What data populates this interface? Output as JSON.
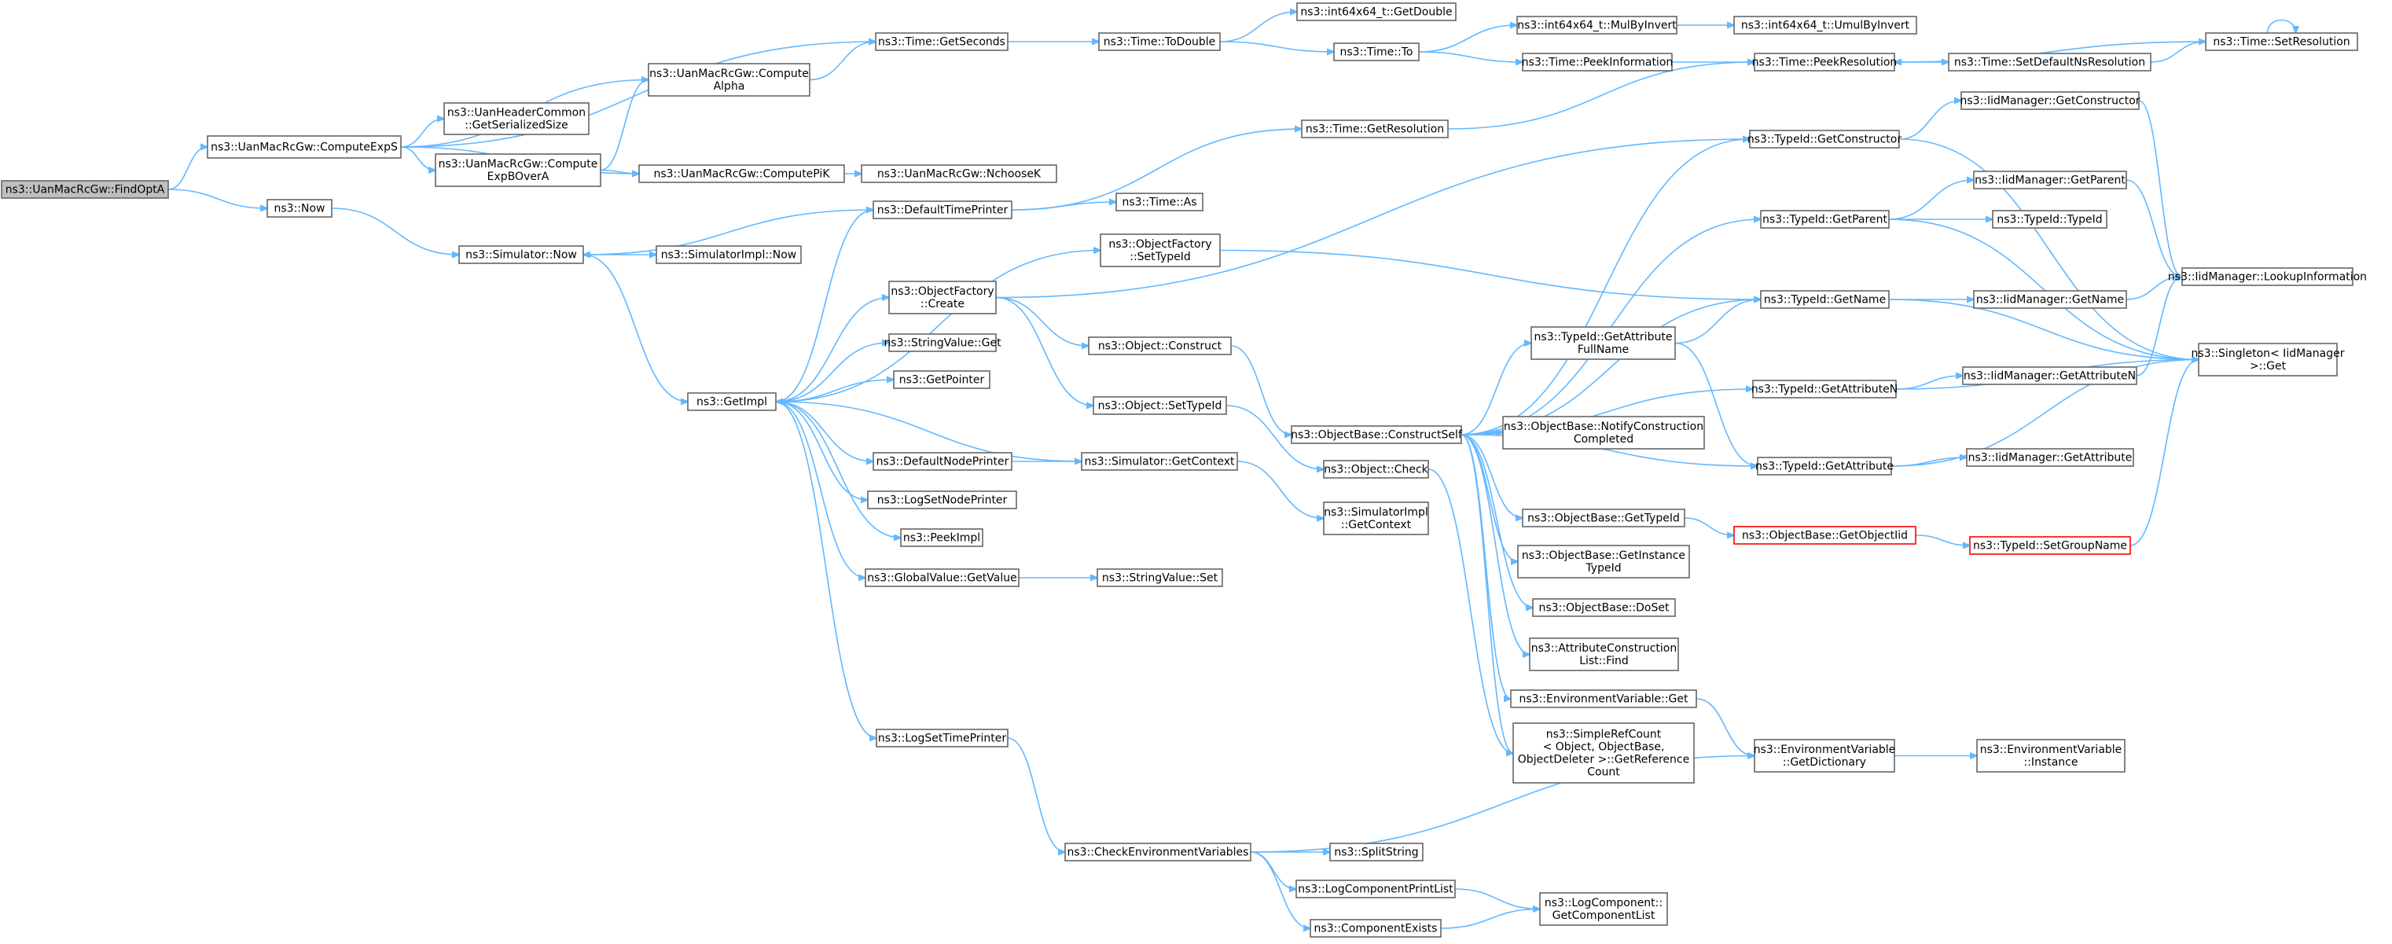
{
  "graph": {
    "colors": {
      "edge": "#63b8ff",
      "node_border": "#666666",
      "root_fill": "#bfbfbf",
      "highlight_border": "#ff0000"
    },
    "nodes": [
      {
        "id": "findopta",
        "lines": [
          "ns3::UanMacRcGw::FindOptA"
        ],
        "style": "root"
      },
      {
        "id": "computeexps",
        "lines": [
          "ns3::UanMacRcGw::ComputeExpS"
        ]
      },
      {
        "id": "now",
        "lines": [
          "ns3::Now"
        ]
      },
      {
        "id": "gettime_seconds",
        "lines": [
          "ns3::Time::GetSeconds"
        ]
      },
      {
        "id": "computealpha",
        "lines": [
          "ns3::UanMacRcGw::Compute",
          "Alpha"
        ]
      },
      {
        "id": "getserializedsize",
        "lines": [
          "ns3::UanHeaderCommon",
          "::GetSerializedSize"
        ]
      },
      {
        "id": "computeexpbovera",
        "lines": [
          "ns3::UanMacRcGw::Compute",
          "ExpBOverA"
        ]
      },
      {
        "id": "computepik",
        "lines": [
          "ns3::UanMacRcGw::ComputePiK"
        ]
      },
      {
        "id": "simnow",
        "lines": [
          "ns3::Simulator::Now"
        ]
      },
      {
        "id": "todouble",
        "lines": [
          "ns3::Time::ToDouble"
        ]
      },
      {
        "id": "nchoosek",
        "lines": [
          "ns3::UanMacRcGw::NchooseK"
        ]
      },
      {
        "id": "simimplnow",
        "lines": [
          "ns3::SimulatorImpl::Now"
        ]
      },
      {
        "id": "getimpl",
        "lines": [
          "ns3::GetImpl"
        ]
      },
      {
        "id": "getdouble",
        "lines": [
          "ns3::int64x64_t::GetDouble"
        ]
      },
      {
        "id": "timeto",
        "lines": [
          "ns3::Time::To"
        ]
      },
      {
        "id": "gettimeres",
        "lines": [
          "ns3::Time::GetResolution"
        ]
      },
      {
        "id": "defaulttimeprinter",
        "lines": [
          "ns3::DefaultTimePrinter"
        ]
      },
      {
        "id": "timeas",
        "lines": [
          "ns3::Time::As"
        ]
      },
      {
        "id": "objfactorysettypeid",
        "lines": [
          "ns3::ObjectFactory",
          "::SetTypeId"
        ]
      },
      {
        "id": "objfactorycreate",
        "lines": [
          "ns3::ObjectFactory",
          "::Create"
        ]
      },
      {
        "id": "stringvalueget",
        "lines": [
          "ns3::StringValue::Get"
        ]
      },
      {
        "id": "getpointer",
        "lines": [
          "ns3::GetPointer"
        ]
      },
      {
        "id": "objconstruct",
        "lines": [
          "ns3::Object::Construct"
        ]
      },
      {
        "id": "objsettypeid",
        "lines": [
          "ns3::Object::SetTypeId"
        ]
      },
      {
        "id": "defaultnodeprinter",
        "lines": [
          "ns3::DefaultNodePrinter"
        ]
      },
      {
        "id": "simgetcontext",
        "lines": [
          "ns3::Simulator::GetContext"
        ]
      },
      {
        "id": "logsetnodeprinter",
        "lines": [
          "ns3::LogSetNodePrinter"
        ]
      },
      {
        "id": "peekimpl",
        "lines": [
          "ns3::PeekImpl"
        ]
      },
      {
        "id": "globalvaluegetvalue",
        "lines": [
          "ns3::GlobalValue::GetValue"
        ]
      },
      {
        "id": "stringvalueset",
        "lines": [
          "ns3::StringValue::Set"
        ]
      },
      {
        "id": "logsettimeprinter",
        "lines": [
          "ns3::LogSetTimePrinter"
        ]
      },
      {
        "id": "checkenvvars",
        "lines": [
          "ns3::CheckEnvironmentVariables"
        ]
      },
      {
        "id": "mulbyinvert",
        "lines": [
          "ns3::int64x64_t::MulByInvert"
        ]
      },
      {
        "id": "umulbyinvert",
        "lines": [
          "ns3::int64x64_t::UmulByInvert"
        ]
      },
      {
        "id": "peekinformation",
        "lines": [
          "ns3::Time::PeekInformation"
        ]
      },
      {
        "id": "peekresolution",
        "lines": [
          "ns3::Time::PeekResolution"
        ]
      },
      {
        "id": "setdefaultnsres",
        "lines": [
          "ns3::Time::SetDefaultNsResolution"
        ]
      },
      {
        "id": "setresolution",
        "lines": [
          "ns3::Time::SetResolution"
        ]
      },
      {
        "id": "iidgetconstructor",
        "lines": [
          "ns3::IidManager::GetConstructor"
        ]
      },
      {
        "id": "typeidgetconstructor",
        "lines": [
          "ns3::TypeId::GetConstructor"
        ]
      },
      {
        "id": "iidgetparent",
        "lines": [
          "ns3::IidManager::GetParent"
        ]
      },
      {
        "id": "typeidgetparent",
        "lines": [
          "ns3::TypeId::GetParent"
        ]
      },
      {
        "id": "typeidtypeid",
        "lines": [
          "ns3::TypeId::TypeId"
        ]
      },
      {
        "id": "lookupinformation",
        "lines": [
          "ns3::IidManager::LookupInformation"
        ]
      },
      {
        "id": "typeidgetname",
        "lines": [
          "ns3::TypeId::GetName"
        ]
      },
      {
        "id": "iidgetname",
        "lines": [
          "ns3::IidManager::GetName"
        ]
      },
      {
        "id": "singletonget",
        "lines": [
          "ns3::Singleton< IidManager",
          ">::Get"
        ]
      },
      {
        "id": "getattrfullname",
        "lines": [
          "ns3::TypeId::GetAttribute",
          "FullName"
        ]
      },
      {
        "id": "typeidgetattrn",
        "lines": [
          "ns3::TypeId::GetAttributeN"
        ]
      },
      {
        "id": "iidgetattrn",
        "lines": [
          "ns3::IidManager::GetAttributeN"
        ]
      },
      {
        "id": "constructself",
        "lines": [
          "ns3::ObjectBase::ConstructSelf"
        ]
      },
      {
        "id": "notifyconstruction",
        "lines": [
          "ns3::ObjectBase::NotifyConstruction",
          "Completed"
        ]
      },
      {
        "id": "typeidgetattr",
        "lines": [
          "ns3::TypeId::GetAttribute"
        ]
      },
      {
        "id": "iidgetattr",
        "lines": [
          "ns3::IidManager::GetAttribute"
        ]
      },
      {
        "id": "objcheck",
        "lines": [
          "ns3::Object::Check"
        ]
      },
      {
        "id": "simimplgetcontext",
        "lines": [
          "ns3::SimulatorImpl",
          "::GetContext"
        ]
      },
      {
        "id": "objbasegettypeid",
        "lines": [
          "ns3::ObjectBase::GetTypeId"
        ]
      },
      {
        "id": "getobjectiid",
        "lines": [
          "ns3::ObjectBase::GetObjectIid"
        ],
        "style": "highlight"
      },
      {
        "id": "setgroupname",
        "lines": [
          "ns3::TypeId::SetGroupName"
        ],
        "style": "highlight"
      },
      {
        "id": "getinstancetypeid",
        "lines": [
          "ns3::ObjectBase::GetInstance",
          "TypeId"
        ]
      },
      {
        "id": "doset",
        "lines": [
          "ns3::ObjectBase::DoSet"
        ]
      },
      {
        "id": "attrconstrfind",
        "lines": [
          "ns3::AttributeConstruction",
          "List::Find"
        ]
      },
      {
        "id": "envvarget",
        "lines": [
          "ns3::EnvironmentVariable::Get"
        ]
      },
      {
        "id": "simplerefcount",
        "lines": [
          "ns3::SimpleRefCount",
          "< Object, ObjectBase,",
          "ObjectDeleter >::GetReference",
          "Count"
        ]
      },
      {
        "id": "envvargetdict",
        "lines": [
          "ns3::EnvironmentVariable",
          "::GetDictionary"
        ]
      },
      {
        "id": "envvarinstance",
        "lines": [
          "ns3::EnvironmentVariable",
          "::Instance"
        ]
      },
      {
        "id": "splitstring",
        "lines": [
          "ns3::SplitString"
        ]
      },
      {
        "id": "logcompprintlist",
        "lines": [
          "ns3::LogComponentPrintList"
        ]
      },
      {
        "id": "componentexists",
        "lines": [
          "ns3::ComponentExists"
        ]
      },
      {
        "id": "getcomponentlist",
        "lines": [
          "ns3::LogComponent::",
          "GetComponentList"
        ]
      }
    ]
  }
}
